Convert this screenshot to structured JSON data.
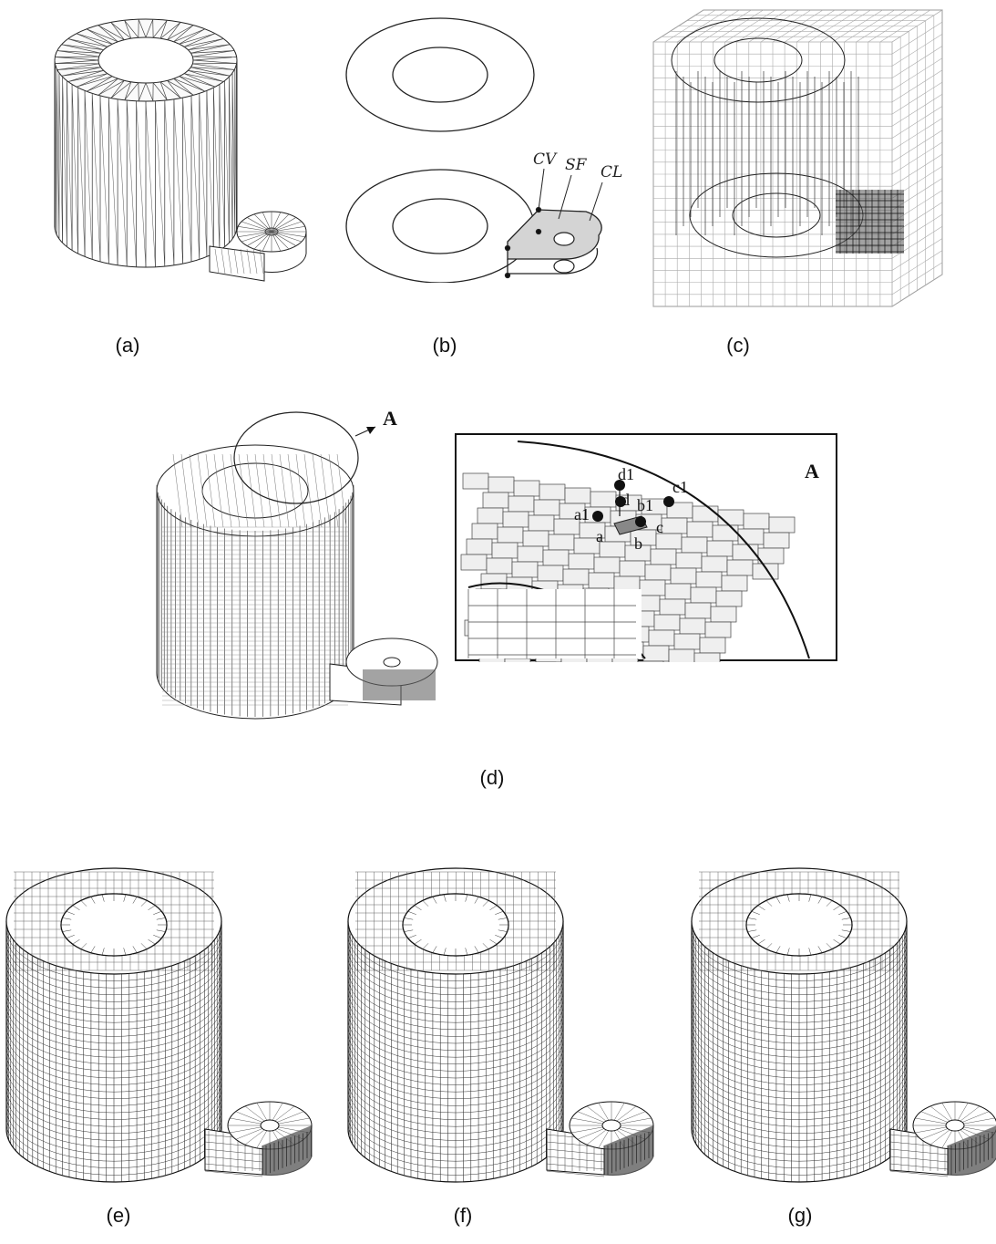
{
  "captions": {
    "a": "(a)",
    "b": "(b)",
    "c": "(c)",
    "d": "(d)",
    "e": "(e)",
    "f": "(f)",
    "g": "(g)"
  },
  "panel_b_labels": {
    "cv": "CV",
    "sf": "SF",
    "cl": "CL"
  },
  "panel_d_labels": {
    "detail_callout": "A",
    "inset_title": "A",
    "d1": "d1",
    "d": "d",
    "b1": "b1",
    "c1": "c1",
    "a1": "a1",
    "a": "a",
    "b": "b",
    "c": "c"
  }
}
